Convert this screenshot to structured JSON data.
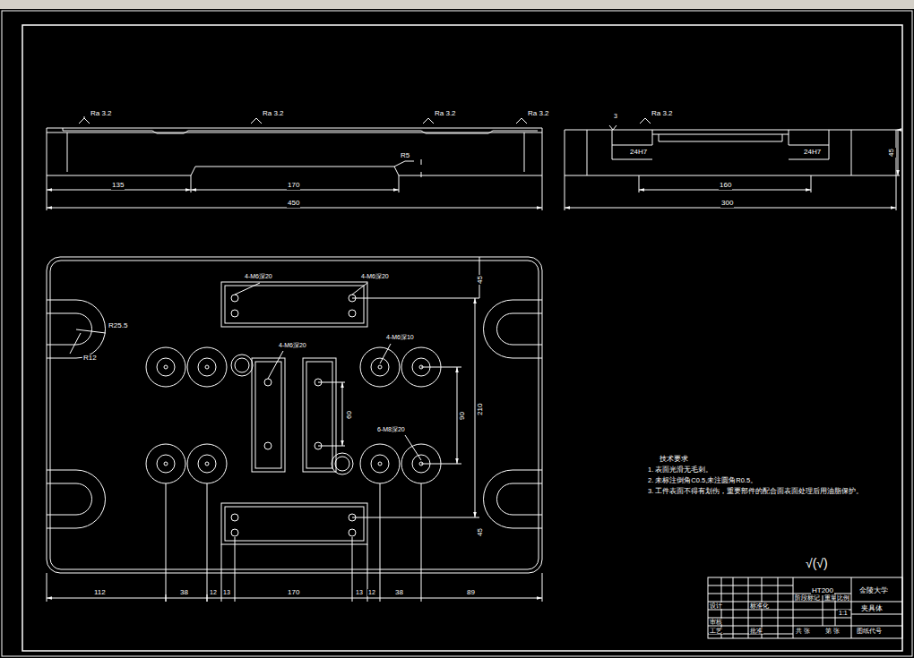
{
  "diagram": {
    "labels": [
      "Ra 3.2",
      "Ra 3.2",
      "Ra 3.2",
      "Ra 3.2",
      "135",
      "170",
      "R5",
      "450",
      "3",
      "Ra 3.2",
      "24H7",
      "24H7",
      "160",
      "300",
      "45",
      "4-M6深20",
      "4-M6深20",
      "R25.5",
      "R12",
      "4-M6深20",
      "4-M6深10",
      "6-M8深20",
      "60",
      "90",
      "210",
      "45",
      "45",
      "112",
      "38",
      "12",
      "13",
      "170",
      "13",
      "12",
      "38",
      "89",
      "技术要求",
      "1. 表面光滑无毛刺。",
      "2. 未标注倒角C0.5,未注圆角R0.5。",
      "3. 工件表面不得有划伤，重要部件的配合面表面处理后用油脂保护。",
      "√(√)",
      "HT200",
      "金陵大学",
      "夹具体",
      "图纸代号",
      "1:1",
      "设计",
      "审核",
      "工艺",
      "标准化",
      "批准",
      "阶段标记",
      "重量",
      "比例",
      "共 张",
      "第 张"
    ]
  }
}
